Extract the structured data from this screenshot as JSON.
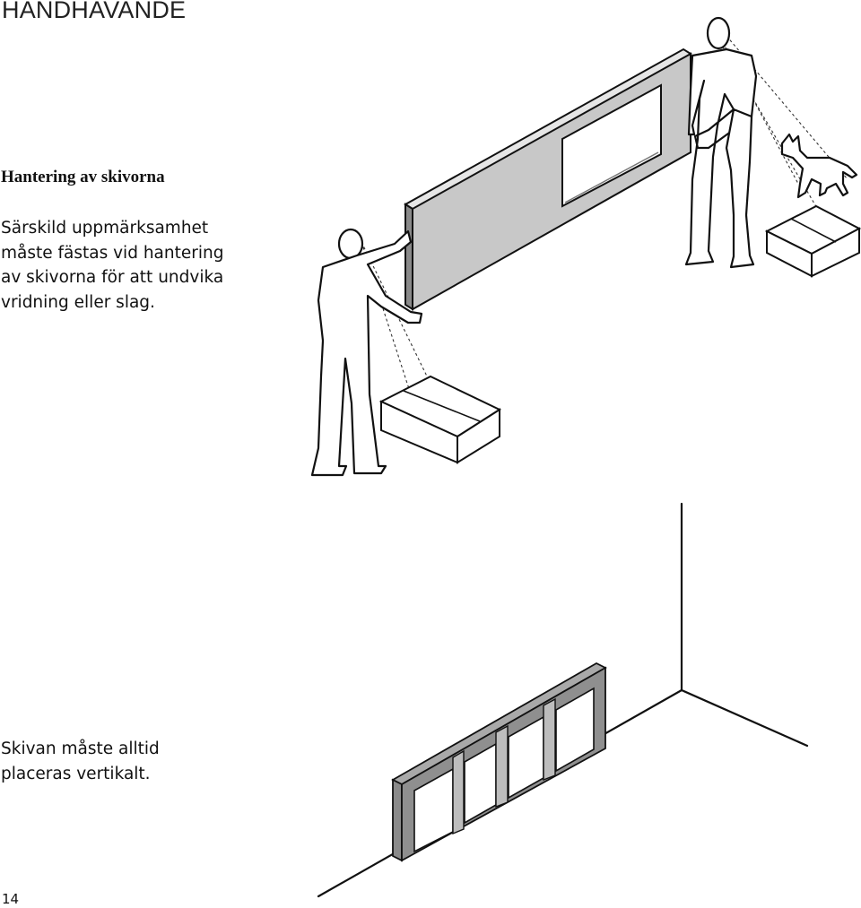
{
  "page": {
    "section_title": "HANDHAVANDE",
    "subheading": "Hantering av skivorna",
    "body_text": "Särskild uppmärksamhet måste fästas vid hantering av skivorna för att undvika vridning eller slag.",
    "caption": "Skivan måste alltid placeras vertikalt.",
    "page_number": "14"
  },
  "colors": {
    "panel_face": "#c8c8c8",
    "panel_edge": "#8a8a8a",
    "line": "#111111"
  },
  "illustrations": [
    {
      "name": "two-people-carrying-panel",
      "depicts": "two persons carrying a large panel, boxes on floor, a dog"
    },
    {
      "name": "panel-stored-vertically",
      "depicts": "panel leaning upright against wall corner"
    }
  ]
}
